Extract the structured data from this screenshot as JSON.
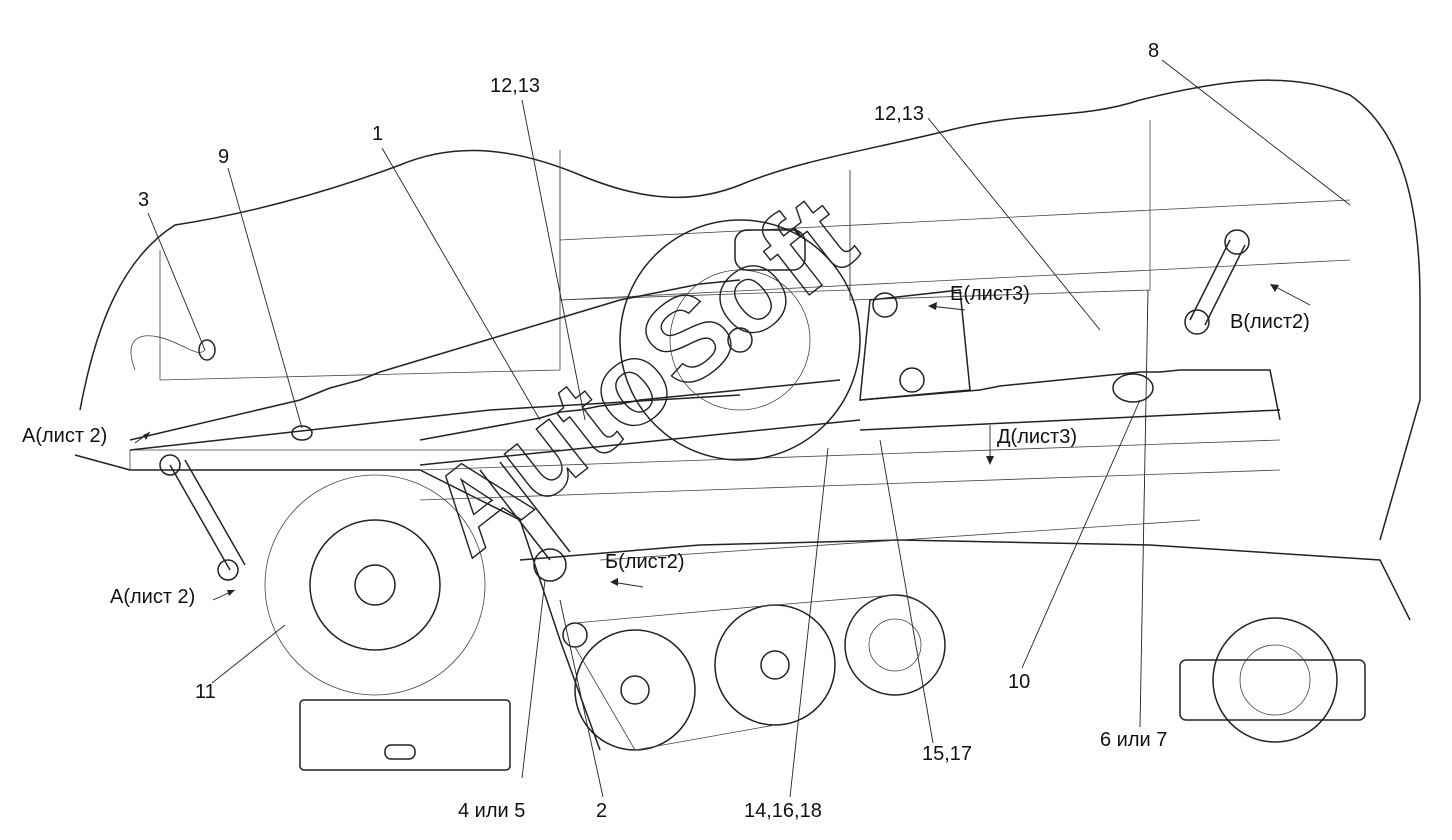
{
  "labels": {
    "l1": "1",
    "l2": "2",
    "l3": "3",
    "l4or5": "4 или 5",
    "l6or7": "6 или 7",
    "l8": "8",
    "l9": "9",
    "l10": "10",
    "l11": "11",
    "l12_13_a": "12,13",
    "l12_13_b": "12,13",
    "l14_16_18": "14,16,18",
    "l15_17": "15,17",
    "viewA_1": "А(лист 2)",
    "viewA_2": "А(лист 2)",
    "viewB": "Б(лист2)",
    "viewV": "В(лист2)",
    "viewD": "Д(лист3)",
    "viewE": "Е(лист3)"
  },
  "watermark": "AutoSoft"
}
